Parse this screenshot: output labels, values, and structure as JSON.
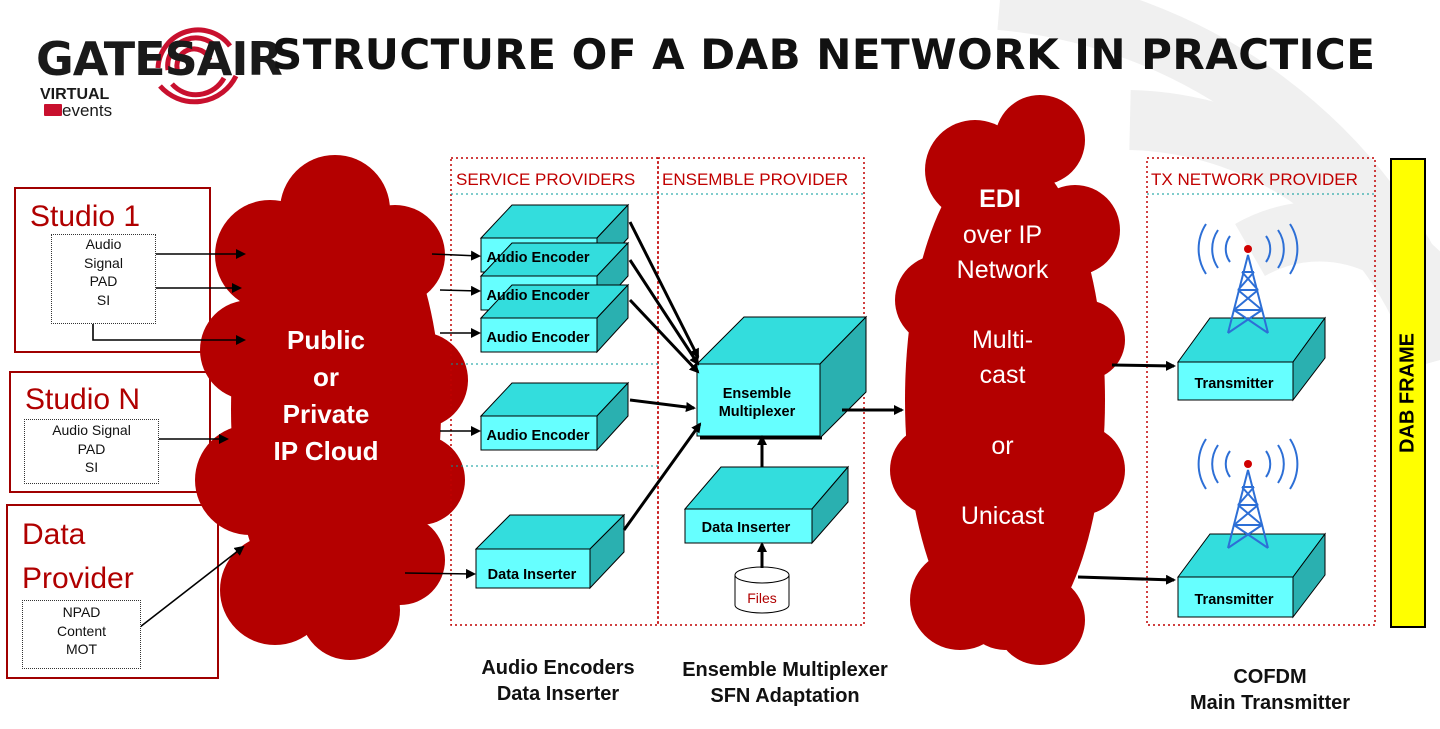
{
  "header": {
    "logo_text": "GATESAIR",
    "logo_sub_top": "VIRTUAL",
    "logo_sub_bottom": "events",
    "title": "STRUCTURE OF A DAB NETWORK IN PRACTICE"
  },
  "studios": [
    {
      "name": "Studio 1",
      "items": [
        "Audio",
        "Signal",
        "PAD",
        "SI"
      ]
    },
    {
      "name": "Studio N",
      "items": [
        "Audio Signal",
        "PAD",
        "SI"
      ]
    },
    {
      "name_line1": "Data",
      "name_line2": "Provider",
      "items": [
        "NPAD",
        "Content",
        "MOT"
      ]
    }
  ],
  "ip_cloud": {
    "lines": [
      "Public",
      "or",
      "Private",
      "IP Cloud"
    ]
  },
  "regions": {
    "service_providers": "SERVICE PROVIDERS",
    "ensemble_provider": "ENSEMBLE PROVIDER",
    "tx_network_provider": "TX NETWORK PROVIDER"
  },
  "boxes": {
    "audio_encoder": "Audio Encoder",
    "data_inserter": "Data Inserter",
    "ensemble_line1": "Ensemble",
    "ensemble_line2": "Multiplexer",
    "files": "Files",
    "transmitter": "Transmitter"
  },
  "edi_cloud": {
    "title": "EDI",
    "lines": [
      "over IP",
      "Network",
      "Multi-",
      "cast",
      "or",
      "Unicast"
    ]
  },
  "dab_frame": "DAB FRAME",
  "captions": {
    "service_line1": "Audio Encoders",
    "service_line2": "Data Inserter",
    "ensemble_line1": "Ensemble Multiplexer",
    "ensemble_line2": "SFN Adaptation",
    "tx_line1": "COFDM",
    "tx_line2": "Main Transmitter"
  },
  "colors": {
    "brand_red": "#b00000",
    "box_cyan": "#66ffff",
    "dab_yellow": "#ffff00"
  }
}
